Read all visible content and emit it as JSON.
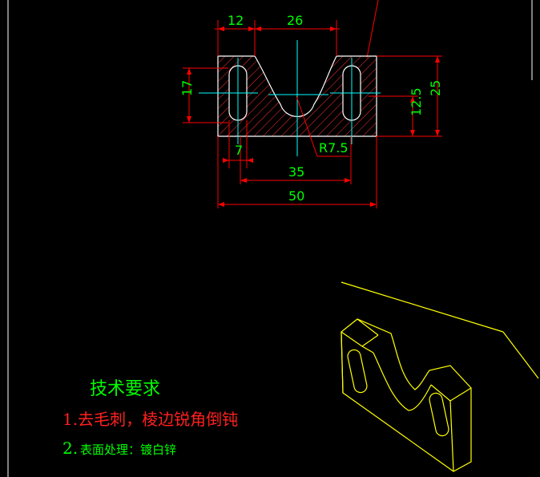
{
  "drawing": {
    "dimensions": {
      "top_left_width": "12",
      "top_slot_width": "26",
      "left_height": "17",
      "right_height_total": "25",
      "right_height_half": "12.5",
      "radius": "R7.5",
      "bottom_small": "7",
      "hole_spacing": "35",
      "overall_width": "50"
    },
    "notes": {
      "title": "技术要求",
      "item1": "1.去毛刺，棱边锐角倒钝",
      "item2_num": "2.",
      "item2_text": "表面处理：镀白锌"
    },
    "colors": {
      "background": "#000000",
      "outline": "#ffffff",
      "dimension": "#ff0000",
      "centerline": "#00ffff",
      "text": "#00ff00",
      "iso_view": "#ffff00"
    }
  }
}
